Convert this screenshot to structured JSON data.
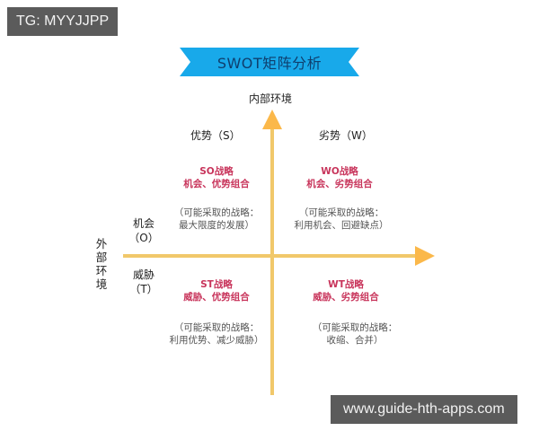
{
  "watermarks": {
    "top_left": "TG: MYYJJPP",
    "bottom_right": "www.guide-hth-apps.com"
  },
  "title": "SWOT矩阵分析",
  "axes": {
    "vertical_label": "内部环境",
    "horizontal_label_chars": [
      "外",
      "部",
      "环",
      "境"
    ]
  },
  "columns": {
    "strengths": "优势（S）",
    "weaknesses": "劣势（W）"
  },
  "rows": {
    "opportunities": {
      "line1": "机会",
      "line2": "（O）"
    },
    "threats": {
      "line1": "威胁",
      "line2": "（T）"
    }
  },
  "quadrants": {
    "so": {
      "title": "SO战略",
      "subtitle": "机会、优势组合",
      "note1": "（可能采取的战略：",
      "note2": "最大限度的发展）"
    },
    "wo": {
      "title": "WO战略",
      "subtitle": "机会、劣势组合",
      "note1": "（可能采取的战略：",
      "note2": "利用机会、回避缺点）"
    },
    "st": {
      "title": "ST战略",
      "subtitle": "威胁、优势组合",
      "note1": "（可能采取的战略：",
      "note2": "利用优势、减少威胁）"
    },
    "wt": {
      "title": "WT战略",
      "subtitle": "威胁、劣势组合",
      "note1": "（可能采取的战略：",
      "note2": "收缩、合并）"
    }
  },
  "colors": {
    "ribbon": "#18a9ea",
    "ribbon_text": "#0f3f6e",
    "axis": "#f1c86a",
    "arrow": "#fbb84a",
    "strategy_text": "#c8345b",
    "watermark_bg": "#5b5b5b"
  }
}
